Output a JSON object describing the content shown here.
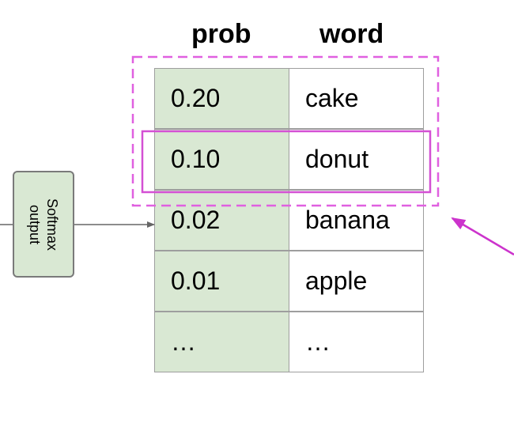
{
  "table": {
    "headers": {
      "prob": "prob",
      "word": "word"
    },
    "rows": [
      {
        "prob": "0.20",
        "word": "cake"
      },
      {
        "prob": "0.10",
        "word": "donut"
      },
      {
        "prob": "0.02",
        "word": "banana"
      },
      {
        "prob": "0.01",
        "word": "apple"
      },
      {
        "prob": "…",
        "word": "…"
      }
    ]
  },
  "softmax_box": {
    "label": "Softmax\noutput"
  },
  "colors": {
    "prob_column": "#d9e8d3",
    "highlight_magenta": "#e060e0",
    "arrow_magenta": "#cc33cc",
    "connector_gray": "#666666"
  }
}
